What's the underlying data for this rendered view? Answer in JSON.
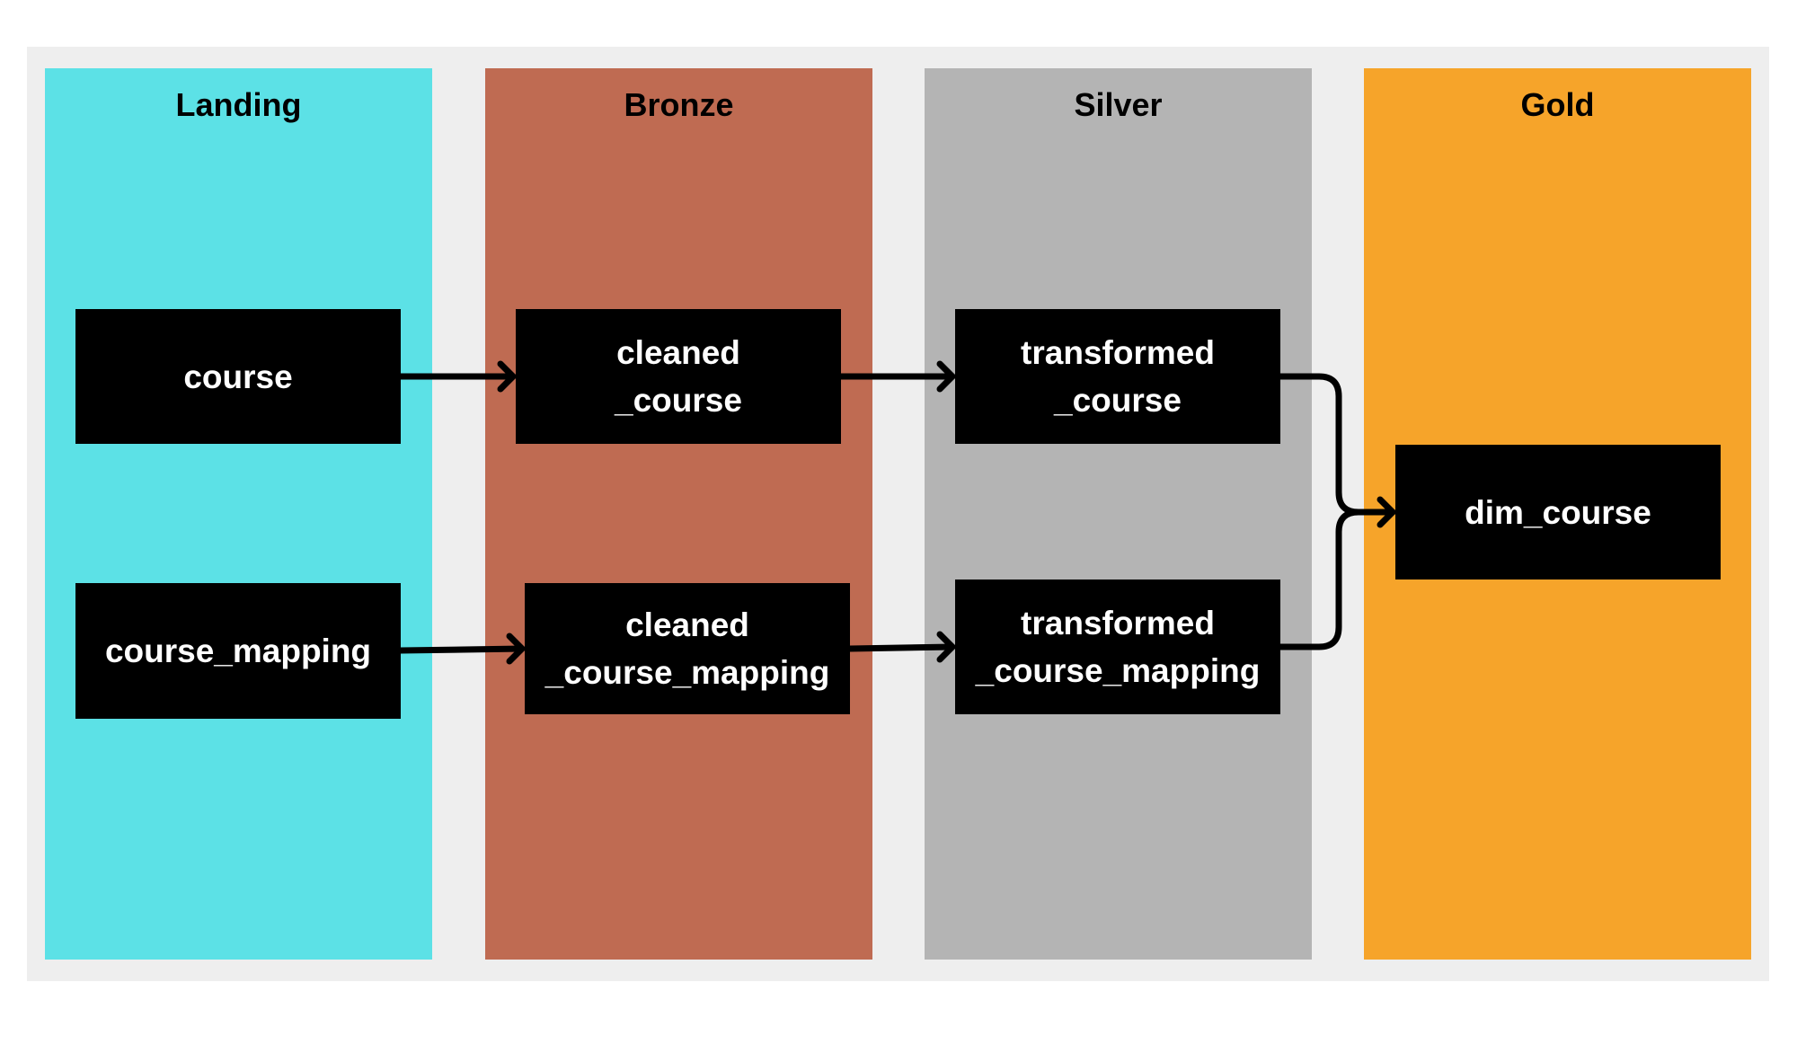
{
  "colors": {
    "frame_background": "#eeeeee",
    "landing": "#5ce1e6",
    "bronze": "#bf6b52",
    "silver": "#b4b4b4",
    "gold": "#f6a42a",
    "node_background": "#000000",
    "node_text": "#ffffff",
    "connector": "#000000"
  },
  "columns": [
    {
      "id": "landing",
      "title": "Landing"
    },
    {
      "id": "bronze",
      "title": "Bronze"
    },
    {
      "id": "silver",
      "title": "Silver"
    },
    {
      "id": "gold",
      "title": "Gold"
    }
  ],
  "nodes": {
    "course": {
      "column": "landing",
      "lines": [
        "course"
      ]
    },
    "course_mapping": {
      "column": "landing",
      "lines": [
        "course_mapping"
      ]
    },
    "cleaned_course": {
      "column": "bronze",
      "lines": [
        "cleaned",
        "_course"
      ]
    },
    "cleaned_course_mapping": {
      "column": "bronze",
      "lines": [
        "cleaned",
        "_course_mapping"
      ]
    },
    "transformed_course": {
      "column": "silver",
      "lines": [
        "transformed",
        "_course"
      ]
    },
    "transformed_course_mapping": {
      "column": "silver",
      "lines": [
        "transformed",
        "_course_mapping"
      ]
    },
    "dim_course": {
      "column": "gold",
      "lines": [
        "dim_course"
      ]
    }
  },
  "edges": [
    {
      "from": "course",
      "to": "cleaned_course"
    },
    {
      "from": "cleaned_course",
      "to": "transformed_course"
    },
    {
      "from": "course_mapping",
      "to": "cleaned_course_mapping"
    },
    {
      "from": "cleaned_course_mapping",
      "to": "transformed_course_mapping"
    },
    {
      "from": "transformed_course",
      "to": "dim_course"
    },
    {
      "from": "transformed_course_mapping",
      "to": "dim_course"
    }
  ]
}
